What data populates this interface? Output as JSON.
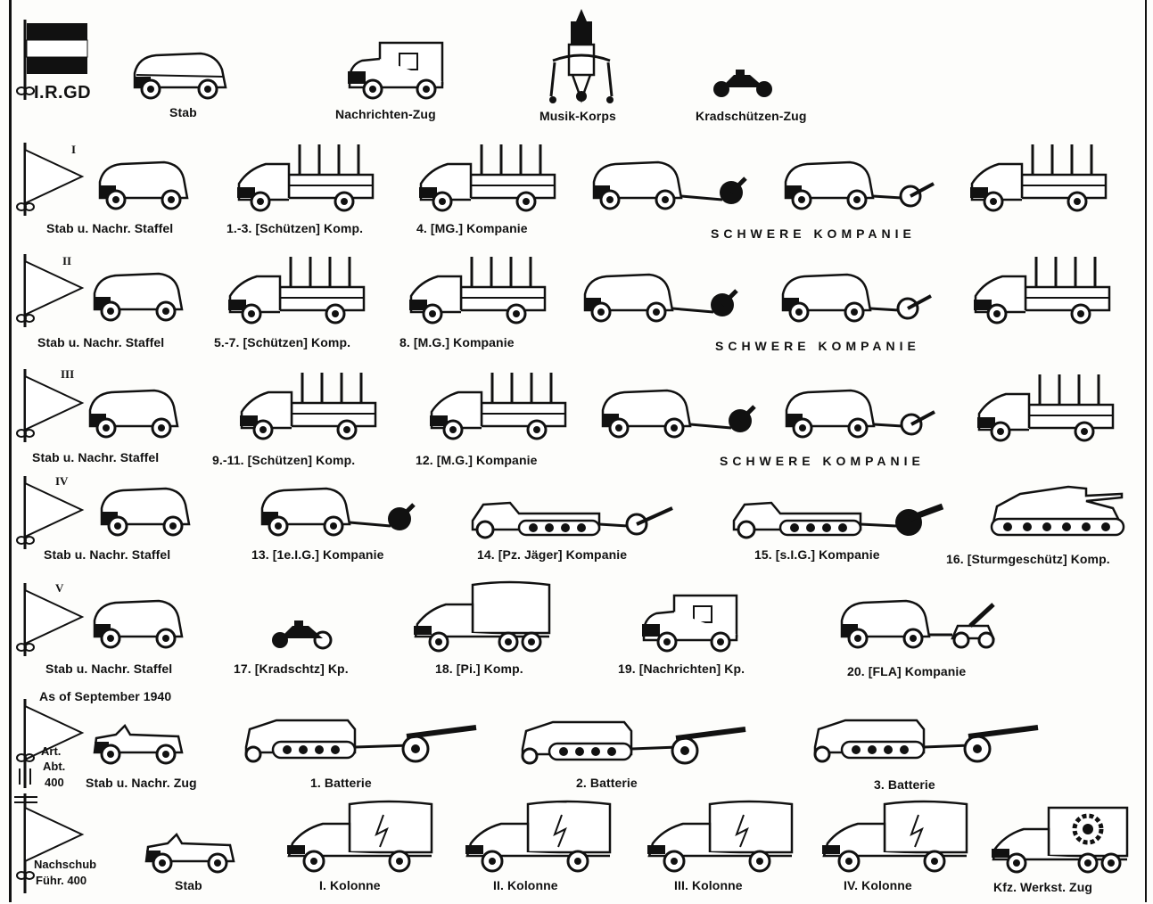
{
  "top": {
    "unit_name": "I.R.GD",
    "labels": [
      "Stab",
      "Nachrichten-Zug",
      "Musik-Korps",
      "Kradschützen-Zug"
    ]
  },
  "rows": [
    {
      "numeral": "I",
      "labels": [
        "Stab u. Nachr. Staffel",
        "1.-3. [Schützen] Komp.",
        "4. [MG.] Kompanie",
        "SCHWERE KOMPANIE"
      ]
    },
    {
      "numeral": "II",
      "labels": [
        "Stab u. Nachr. Staffel",
        "5.-7. [Schützen] Komp.",
        "8. [M.G.] Kompanie",
        "SCHWERE KOMPANIE"
      ]
    },
    {
      "numeral": "III",
      "labels": [
        "Stab u. Nachr. Staffel",
        "9.-11. [Schützen] Komp.",
        "12. [M.G.] Kompanie",
        "SCHWERE KOMPANIE"
      ]
    },
    {
      "numeral": "IV",
      "labels": [
        "Stab u. Nachr. Staffel",
        "13. [1e.I.G.] Kompanie",
        "14. [Pz. Jäger] Kompanie",
        "15. [s.I.G.] Kompanie",
        "16. [Sturmgeschütz] Komp."
      ]
    },
    {
      "numeral": "V",
      "labels": [
        "Stab u. Nachr. Staffel",
        "17. [Kradschtz] Kp.",
        "18. [Pi.] Komp.",
        "19. [Nachrichten] Kp.",
        "20. [FLA] Kompanie"
      ]
    }
  ],
  "artillery": {
    "note": "As of September 1940",
    "unit": [
      "Art.",
      "Abt.",
      "400"
    ],
    "labels": [
      "Stab u. Nachr. Zug",
      "1. Batterie",
      "2. Batterie",
      "3. Batterie"
    ]
  },
  "supply": {
    "unit": [
      "Nachschub",
      "Führ. 400"
    ],
    "labels": [
      "Stab",
      "I. Kolonne",
      "II. Kolonne",
      "III. Kolonne",
      "IV. Kolonne",
      "Kfz. Werkst. Zug"
    ]
  }
}
